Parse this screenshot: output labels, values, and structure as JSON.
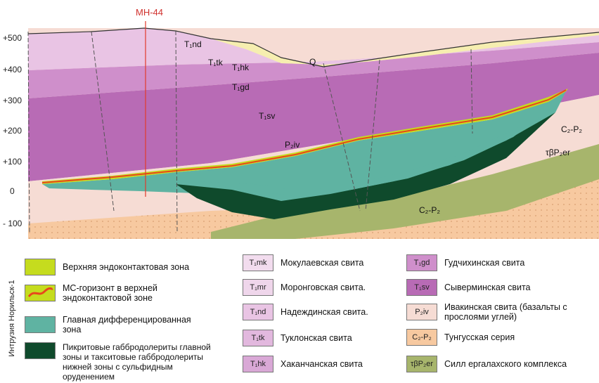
{
  "section": {
    "well_label": "МН-44",
    "axis_ticks": [
      "+500",
      "+400",
      "+300",
      "+200",
      "+100",
      "0",
      "- 100"
    ],
    "formation_labels": {
      "t1nd": "T₁nd",
      "t1tk": "T₁tk",
      "t1hk": "T₁hk",
      "q": "Q",
      "t1gd": "T₁gd",
      "t1sv": "T₁sv",
      "p2iv": "P₂iv",
      "c2p2_right": "C₂-P₂",
      "sill": "τβP₂er",
      "c2p2_bottom": "C₂-P₂"
    }
  },
  "legend": {
    "title": "Интрузия Норильск-1",
    "intrusion_items": [
      {
        "text": "Верхняя эндоконтактовая зона",
        "color": "#c5dc1e"
      },
      {
        "text": "МС-горизонт в верхней эндоконтактовой зоне",
        "color": "#c5dc1e",
        "line_color": "#e8471c"
      },
      {
        "text": "Главная дифференцированная зона",
        "color": "#5fb3a2"
      },
      {
        "text": "Пикритовые габбродолериты главной зоны и такситовые габбродолериты нижней зоны с сульфидным оруденением",
        "color": "#0f4a2c"
      }
    ],
    "suites_mid": [
      {
        "code": "T₁mk",
        "text": "Мокулаевская  свита",
        "color": "#f2dcee"
      },
      {
        "code": "T₁mr",
        "text": "Моронговская свита.",
        "color": "#efd6eb"
      },
      {
        "code": "T₁nd",
        "text": "Надеждинская свита.",
        "color": "#e9c4e4"
      },
      {
        "code": "T₁tk",
        "text": "Туклонская свита",
        "color": "#e2b8de"
      },
      {
        "code": "T₁hk",
        "text": "Хаканчанская свита",
        "color": "#d9a8d6"
      }
    ],
    "suites_right": [
      {
        "code": "T₁gd",
        "text": "Гудчихинская свита",
        "color": "#cf8fcb"
      },
      {
        "code": "T₁sv",
        "text": "Сыверминская свита",
        "color": "#b86bb5"
      },
      {
        "code": "P₂iv",
        "text": "Ивакинская свита (базальты с прослоями углей)",
        "color": "#f6dcd4"
      },
      {
        "code": "C₂-P₂",
        "text": "Тунгусская серия",
        "color": "#f7c9a0"
      },
      {
        "code": "τβP₂er",
        "text": "Силл ергалахского комплекса",
        "color": "#a7b56c"
      }
    ]
  },
  "colors": {
    "t1nd": "#e9c4e4",
    "t1gd": "#cf8fcb",
    "t1sv": "#b86bb5",
    "q": "#f6eeb0",
    "p2iv": "#f6dcd4",
    "c2p2": "#f7c9a0",
    "sill": "#a7b56c",
    "upper_zone": "#c5dc1e",
    "main_zone": "#5fb3a2",
    "ore": "#0f4a2c",
    "mc_line": "#e8471c",
    "well": "#e03a2c"
  }
}
